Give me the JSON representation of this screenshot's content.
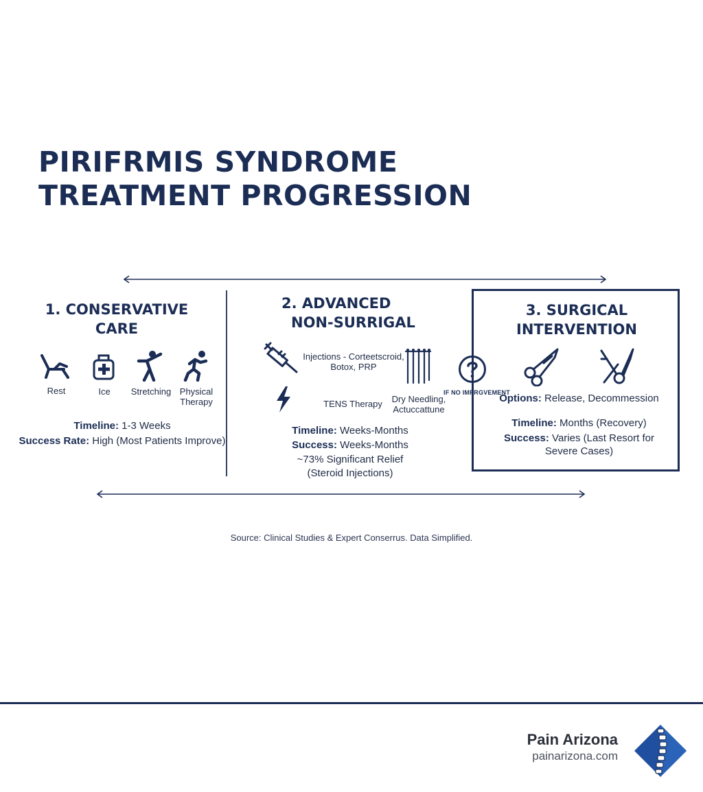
{
  "title": {
    "line1": "PIRIFRMIS SYNDROME",
    "line2": "TREATMENT PROGRESSION"
  },
  "columns": [
    {
      "title_line1": "1. CONSERVATIVE",
      "title_line2": "CARE",
      "items": [
        {
          "label": "Rest",
          "icon": "lounge-chair-icon"
        },
        {
          "label": "Ice",
          "icon": "ice-pack-icon"
        },
        {
          "label": "Stretching",
          "icon": "stretching-person-icon"
        },
        {
          "label_line1": "Physical",
          "label_line2": "Therapy",
          "icon": "running-person-icon"
        }
      ],
      "timeline_label": "Timeline:",
      "timeline_value": "1-3 Weeks",
      "success_label": "Success Rate:",
      "success_value": "High (Most Patients Improve)"
    },
    {
      "title_line1": "2. ADVANCED",
      "title_line2": "NON-SURRIGAL",
      "items": [
        {
          "label_line1": "Injections - Corteetscroid,",
          "label_line2": "Botox, PRP",
          "icon": "syringe-icon"
        },
        {
          "label_line1": "Dry Needling,",
          "label_line2": "Actuccattune",
          "icon": "needles-icon"
        },
        {
          "label": "TENS Therapy",
          "icon": "lightning-bolt-icon"
        }
      ],
      "timeline_label": "Timeline:",
      "timeline_value": "Weeks-Months",
      "success_label": "Success:",
      "success_value": "Weeks-Months",
      "success_line2": "~73% Significant Relief",
      "success_line3": "(Steroid Injections)"
    },
    {
      "title_line1": "3. SURGICAL",
      "title_line2": "INTERVENTION",
      "options_label": "Options:",
      "options_value": "Release, Decommession",
      "timeline_label": "Timeline:",
      "timeline_value": "Months (Recovery)",
      "success_label": "Success:",
      "success_value": "Varies (Last Resort for",
      "success_line2": "Severe Cases)"
    }
  ],
  "transition": {
    "label": "IF NO IMPRGVEMENT",
    "icon": "question-mark-icon"
  },
  "source": "Source: Clinical Studies & Expert Conserrus. Data Simplified.",
  "brand": {
    "name": "Pain Arizona",
    "url": "painarizona.com",
    "logo": "spine-diamond-logo"
  },
  "colors": {
    "navy": "#1b2d55",
    "logo_blue": "#1f4f9e"
  }
}
